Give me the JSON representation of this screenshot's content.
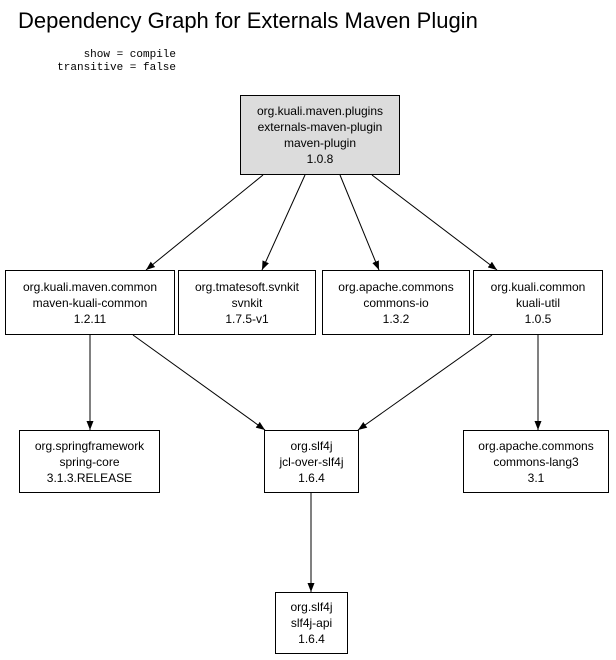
{
  "title": "Dependency Graph for Externals Maven Plugin",
  "meta": {
    "show": "show = compile",
    "transitive": "transitive = false"
  },
  "colors": {
    "root_fill": "#dcdcdc",
    "node_fill": "#ffffff",
    "stroke": "#000000"
  },
  "nodes": [
    {
      "id": "n0",
      "lines": [
        "org.kuali.maven.plugins",
        "externals-maven-plugin",
        "maven-plugin",
        "1.0.8"
      ],
      "root": true
    },
    {
      "id": "n1",
      "lines": [
        "org.kuali.maven.common",
        "maven-kuali-common",
        "1.2.11"
      ]
    },
    {
      "id": "n2",
      "lines": [
        "org.tmatesoft.svnkit",
        "svnkit",
        "1.7.5-v1"
      ]
    },
    {
      "id": "n3",
      "lines": [
        "org.apache.commons",
        "commons-io",
        "1.3.2"
      ]
    },
    {
      "id": "n4",
      "lines": [
        "org.kuali.common",
        "kuali-util",
        "1.0.5"
      ]
    },
    {
      "id": "n5",
      "lines": [
        "org.springframework",
        "spring-core",
        "3.1.3.RELEASE"
      ]
    },
    {
      "id": "n6",
      "lines": [
        "org.slf4j",
        "jcl-over-slf4j",
        "1.6.4"
      ]
    },
    {
      "id": "n7",
      "lines": [
        "org.apache.commons",
        "commons-lang3",
        "3.1"
      ]
    },
    {
      "id": "n8",
      "lines": [
        "org.slf4j",
        "slf4j-api",
        "1.6.4"
      ]
    }
  ],
  "edges": [
    {
      "from": "n0",
      "to": "n1"
    },
    {
      "from": "n0",
      "to": "n2"
    },
    {
      "from": "n0",
      "to": "n3"
    },
    {
      "from": "n0",
      "to": "n4"
    },
    {
      "from": "n1",
      "to": "n5"
    },
    {
      "from": "n1",
      "to": "n6"
    },
    {
      "from": "n4",
      "to": "n6"
    },
    {
      "from": "n4",
      "to": "n7"
    },
    {
      "from": "n6",
      "to": "n8"
    }
  ]
}
